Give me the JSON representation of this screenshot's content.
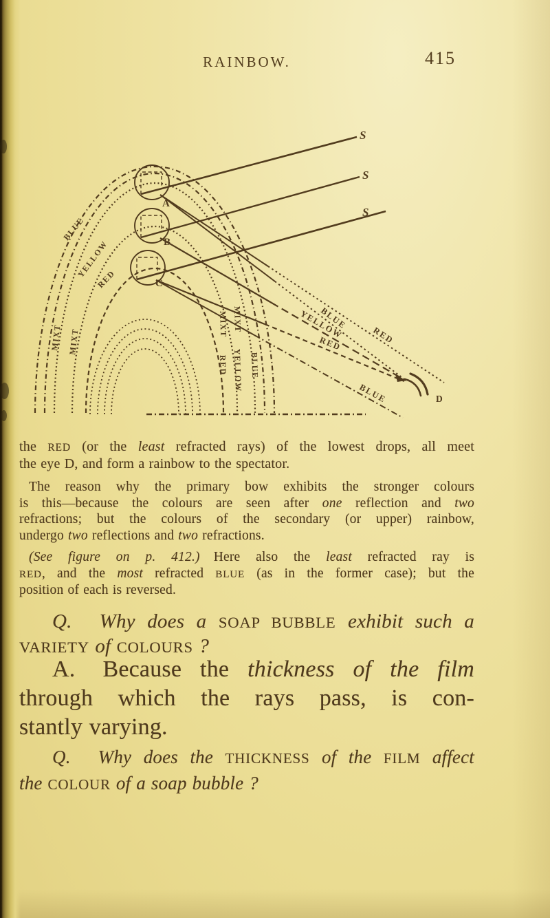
{
  "header": {
    "title": "RAINBOW.",
    "page_number": "415"
  },
  "diagram": {
    "sun_rays": [
      "S",
      "S",
      "S"
    ],
    "drops": [
      "A",
      "B",
      "C"
    ],
    "eye": "D",
    "left_arc_labels": [
      "BLUE",
      "YELLOW",
      "RED"
    ],
    "left_mixt_labels": [
      "MIXT",
      "MIXT"
    ],
    "right_leg_labels": [
      "MIXT",
      "RED",
      "MIXT",
      "YELLOW",
      "BLUE"
    ],
    "eye_ray_labels": [
      "BLUE",
      "YELLOW",
      "RED"
    ],
    "miss_ray_labels": [
      "RED",
      "BLUE"
    ]
  },
  "colors": {
    "ink": "#523c1e",
    "paper": "#ecdd97"
  },
  "text": {
    "p1": [
      [
        {
          "t": "the "
        },
        {
          "t": "RED"
        },
        {
          "t": " (or the "
        },
        {
          "t": "least"
        },
        {
          "t": " refracted rays) of the lowest drops, all meet"
        }
      ],
      [
        {
          "t": "the eye D, and form a rainbow to the spectator."
        }
      ]
    ],
    "p2": [
      [
        {
          "t": "The reason why the primary bow exhibits the stronger colours"
        }
      ],
      [
        {
          "t": "is this—because the colours are seen after "
        },
        {
          "t": "one"
        },
        {
          "t": " reflection and "
        },
        {
          "t": "two"
        }
      ],
      [
        {
          "t": "refractions; but the colours of the secondary (or upper) rainbow,"
        }
      ],
      [
        {
          "t": "undergo "
        },
        {
          "t": "two"
        },
        {
          "t": " reflections and "
        },
        {
          "t": "two"
        },
        {
          "t": " refractions."
        }
      ]
    ],
    "p3": [
      [
        {
          "t": "(See figure on p. 412.)"
        },
        {
          "t": "Here also the "
        },
        {
          "t": "least"
        },
        {
          "t": " refracted ray is"
        }
      ],
      [
        {
          "t": "RED"
        },
        {
          "t": ", and the "
        },
        {
          "t": "most"
        },
        {
          "t": " refracted "
        },
        {
          "t": "BLUE"
        },
        {
          "t": " (as in the former case); but the"
        }
      ],
      [
        {
          "t": "position of each is reversed."
        }
      ]
    ],
    "q1": [
      [
        {
          "t": "Q."
        },
        {
          "t": "Why does a "
        },
        {
          "t": "SOAP BUBBLE"
        },
        {
          "t": " exhibit such a"
        }
      ],
      [
        {
          "t": "VARIETY"
        },
        {
          "t": " of "
        },
        {
          "t": "COLOURS"
        },
        {
          "t": " ?"
        }
      ]
    ],
    "a1": [
      [
        {
          "t": "A."
        },
        {
          "t": "Because the "
        },
        {
          "t": "thickness of the film"
        }
      ],
      [
        {
          "t": "through which the rays pass, is con-"
        }
      ],
      [
        {
          "t": "stantly varying."
        }
      ]
    ],
    "q2": [
      [
        {
          "t": "Q."
        },
        {
          "t": "Why does the "
        },
        {
          "t": "THICKNESS"
        },
        {
          "t": " of the "
        },
        {
          "t": "FILM"
        },
        {
          "t": " affect"
        }
      ],
      [
        {
          "t": "the "
        },
        {
          "t": "COLOUR"
        },
        {
          "t": " of a soap bubble ?"
        }
      ]
    ]
  }
}
